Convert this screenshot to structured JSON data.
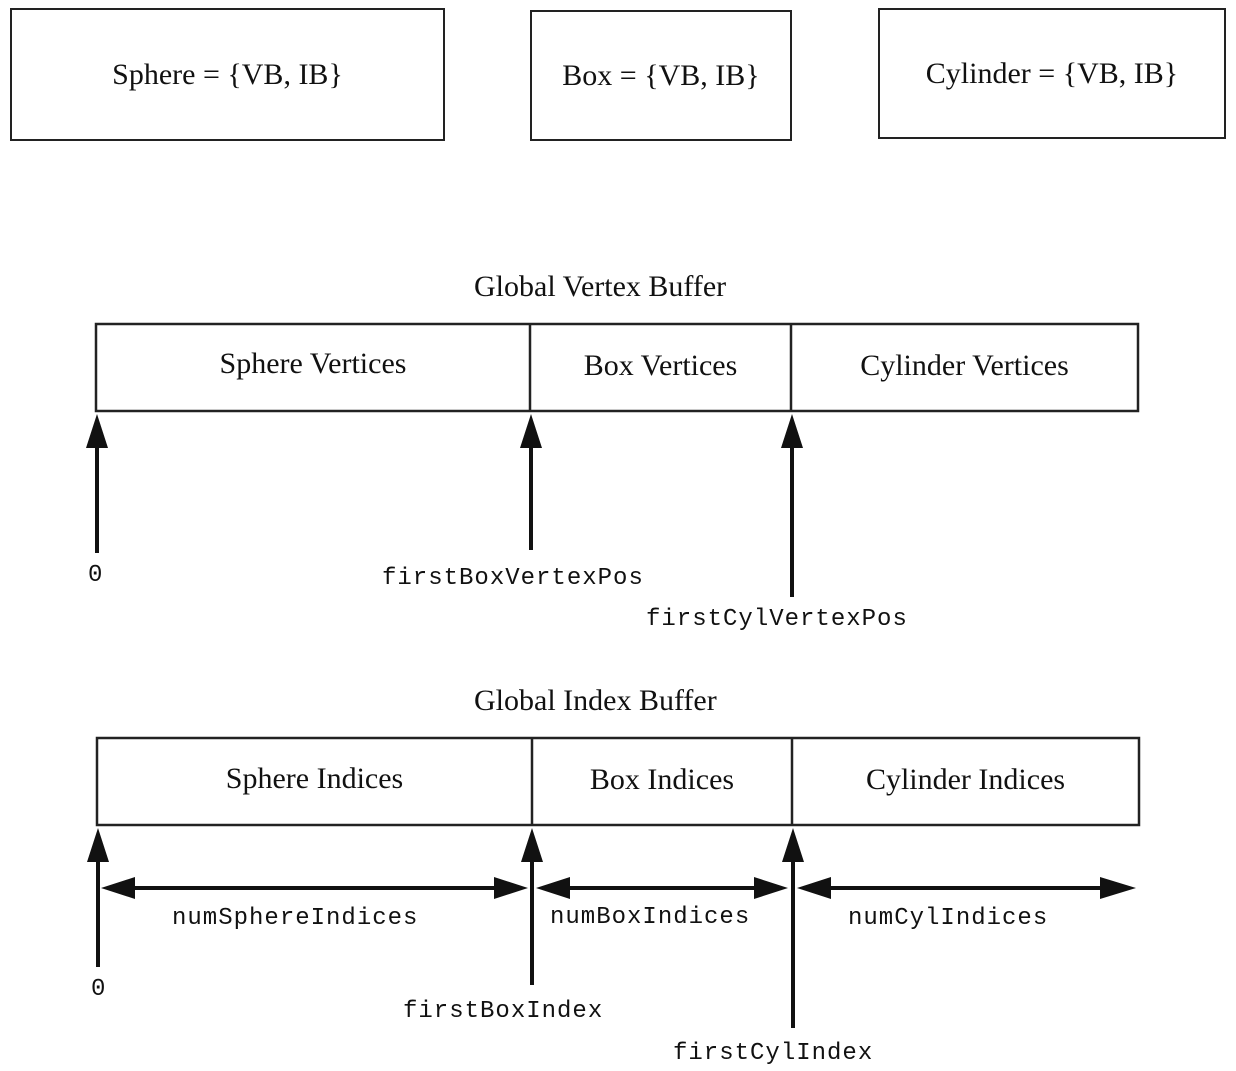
{
  "meshes": [
    {
      "label": "Sphere = {VB, IB}"
    },
    {
      "label": "Box = {VB, IB}"
    },
    {
      "label": "Cylinder = {VB, IB}"
    }
  ],
  "vertex_buffer": {
    "title": "Global Vertex Buffer",
    "segments": [
      "Sphere Vertices",
      "Box Vertices",
      "Cylinder Vertices"
    ],
    "markers": [
      "0",
      "firstBoxVertexPos",
      "firstCylVertexPos"
    ]
  },
  "index_buffer": {
    "title": "Global Index Buffer",
    "segments": [
      "Sphere Indices",
      "Box Indices",
      "Cylinder Indices"
    ],
    "markers": [
      "0",
      "firstBoxIndex",
      "firstCylIndex"
    ],
    "ranges": [
      "numSphereIndices",
      "numBoxIndices",
      "numCylIndices"
    ]
  },
  "colors": {
    "stroke": "#222222",
    "text": "#111111",
    "background": "#ffffff"
  }
}
